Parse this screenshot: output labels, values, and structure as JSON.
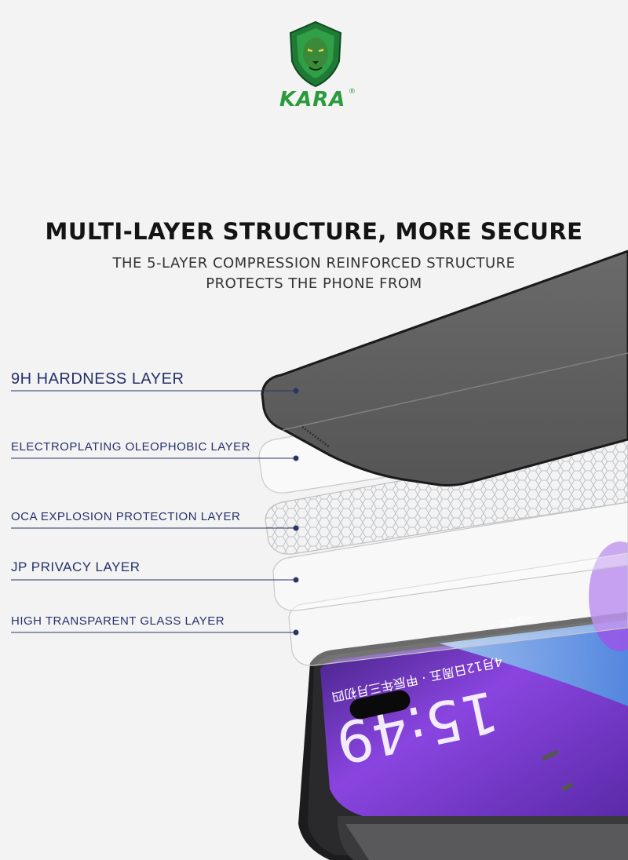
{
  "brand": {
    "name": "KARA",
    "registered_mark": "®",
    "color": "#2a9a3c"
  },
  "headline": {
    "title": "MULTI-LAYER STRUCTURE, MORE SECURE",
    "subtitle_line1": "THE 5-LAYER COMPRESSION REINFORCED STRUCTURE",
    "subtitle_line2": "PROTECTS THE PHONE FROM"
  },
  "layers": [
    {
      "label": "9H HARDNESS LAYER"
    },
    {
      "label": "ELECTROPLATING OLEOPHOBIC LAYER"
    },
    {
      "label": "OCA EXPLOSION PROTECTION LAYER"
    },
    {
      "label": "JP PRIVACY LAYER"
    },
    {
      "label": "HIGH TRANSPARENT GLASS LAYER"
    }
  ],
  "phone_screen": {
    "clock": "15:49",
    "date": "4月12日周五 · 甲辰年三月初四",
    "carrier": "中国电信"
  },
  "colors": {
    "label": "#25316a",
    "leader_line": "#2a3566",
    "privacy_glass": "#5e5e5e",
    "screen_purple": "#7a3fd0"
  }
}
